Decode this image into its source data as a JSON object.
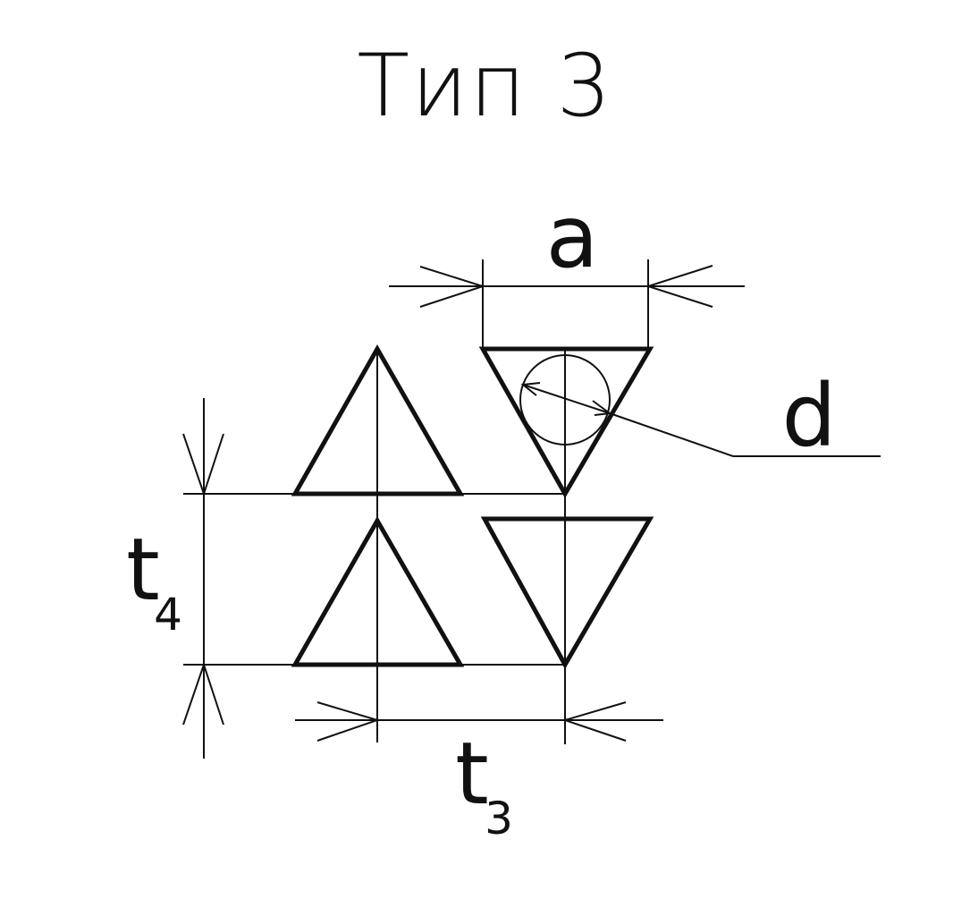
{
  "title": "Тип 3",
  "labels": {
    "a": "a",
    "d": "d",
    "t4_main": "t",
    "t4_sub": "4",
    "t3_main": "t",
    "t3_sub": "3"
  },
  "colors": {
    "stroke": "#111111",
    "background": "#ffffff"
  }
}
